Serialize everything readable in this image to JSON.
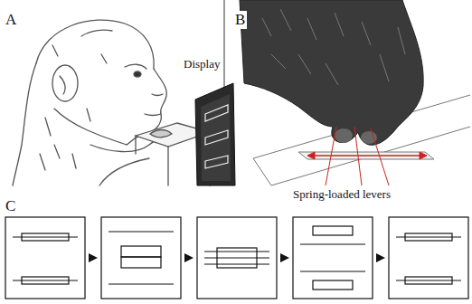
{
  "diagram": {
    "labels": [
      "A",
      "Display",
      "B",
      "Spring-loaded levers",
      "C"
    ]
  }
}
